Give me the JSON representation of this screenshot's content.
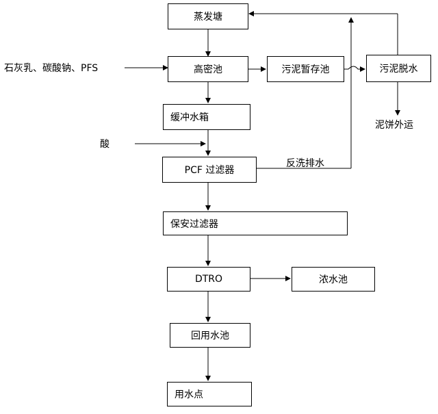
{
  "nodes": {
    "evaporation_pond": "蒸发塘",
    "high_density_tank": "高密池",
    "sludge_storage_tank": "污泥暂存池",
    "sludge_dewatering": "污泥脱水",
    "buffer_tank": "缓冲水箱",
    "pcf_filter": "PCF 过滤器",
    "security_filter": "保安过滤器",
    "dtro": "DTRO",
    "concentrate_tank": "浓水池",
    "reuse_water_tank": "回用水池",
    "water_use_point": "用水点"
  },
  "labels": {
    "chemicals_input": "石灰乳、碳酸钠、PFS",
    "acid_input": "酸",
    "backwash_drain": "反洗排水",
    "sludge_cake_transport": "泥饼外运"
  }
}
